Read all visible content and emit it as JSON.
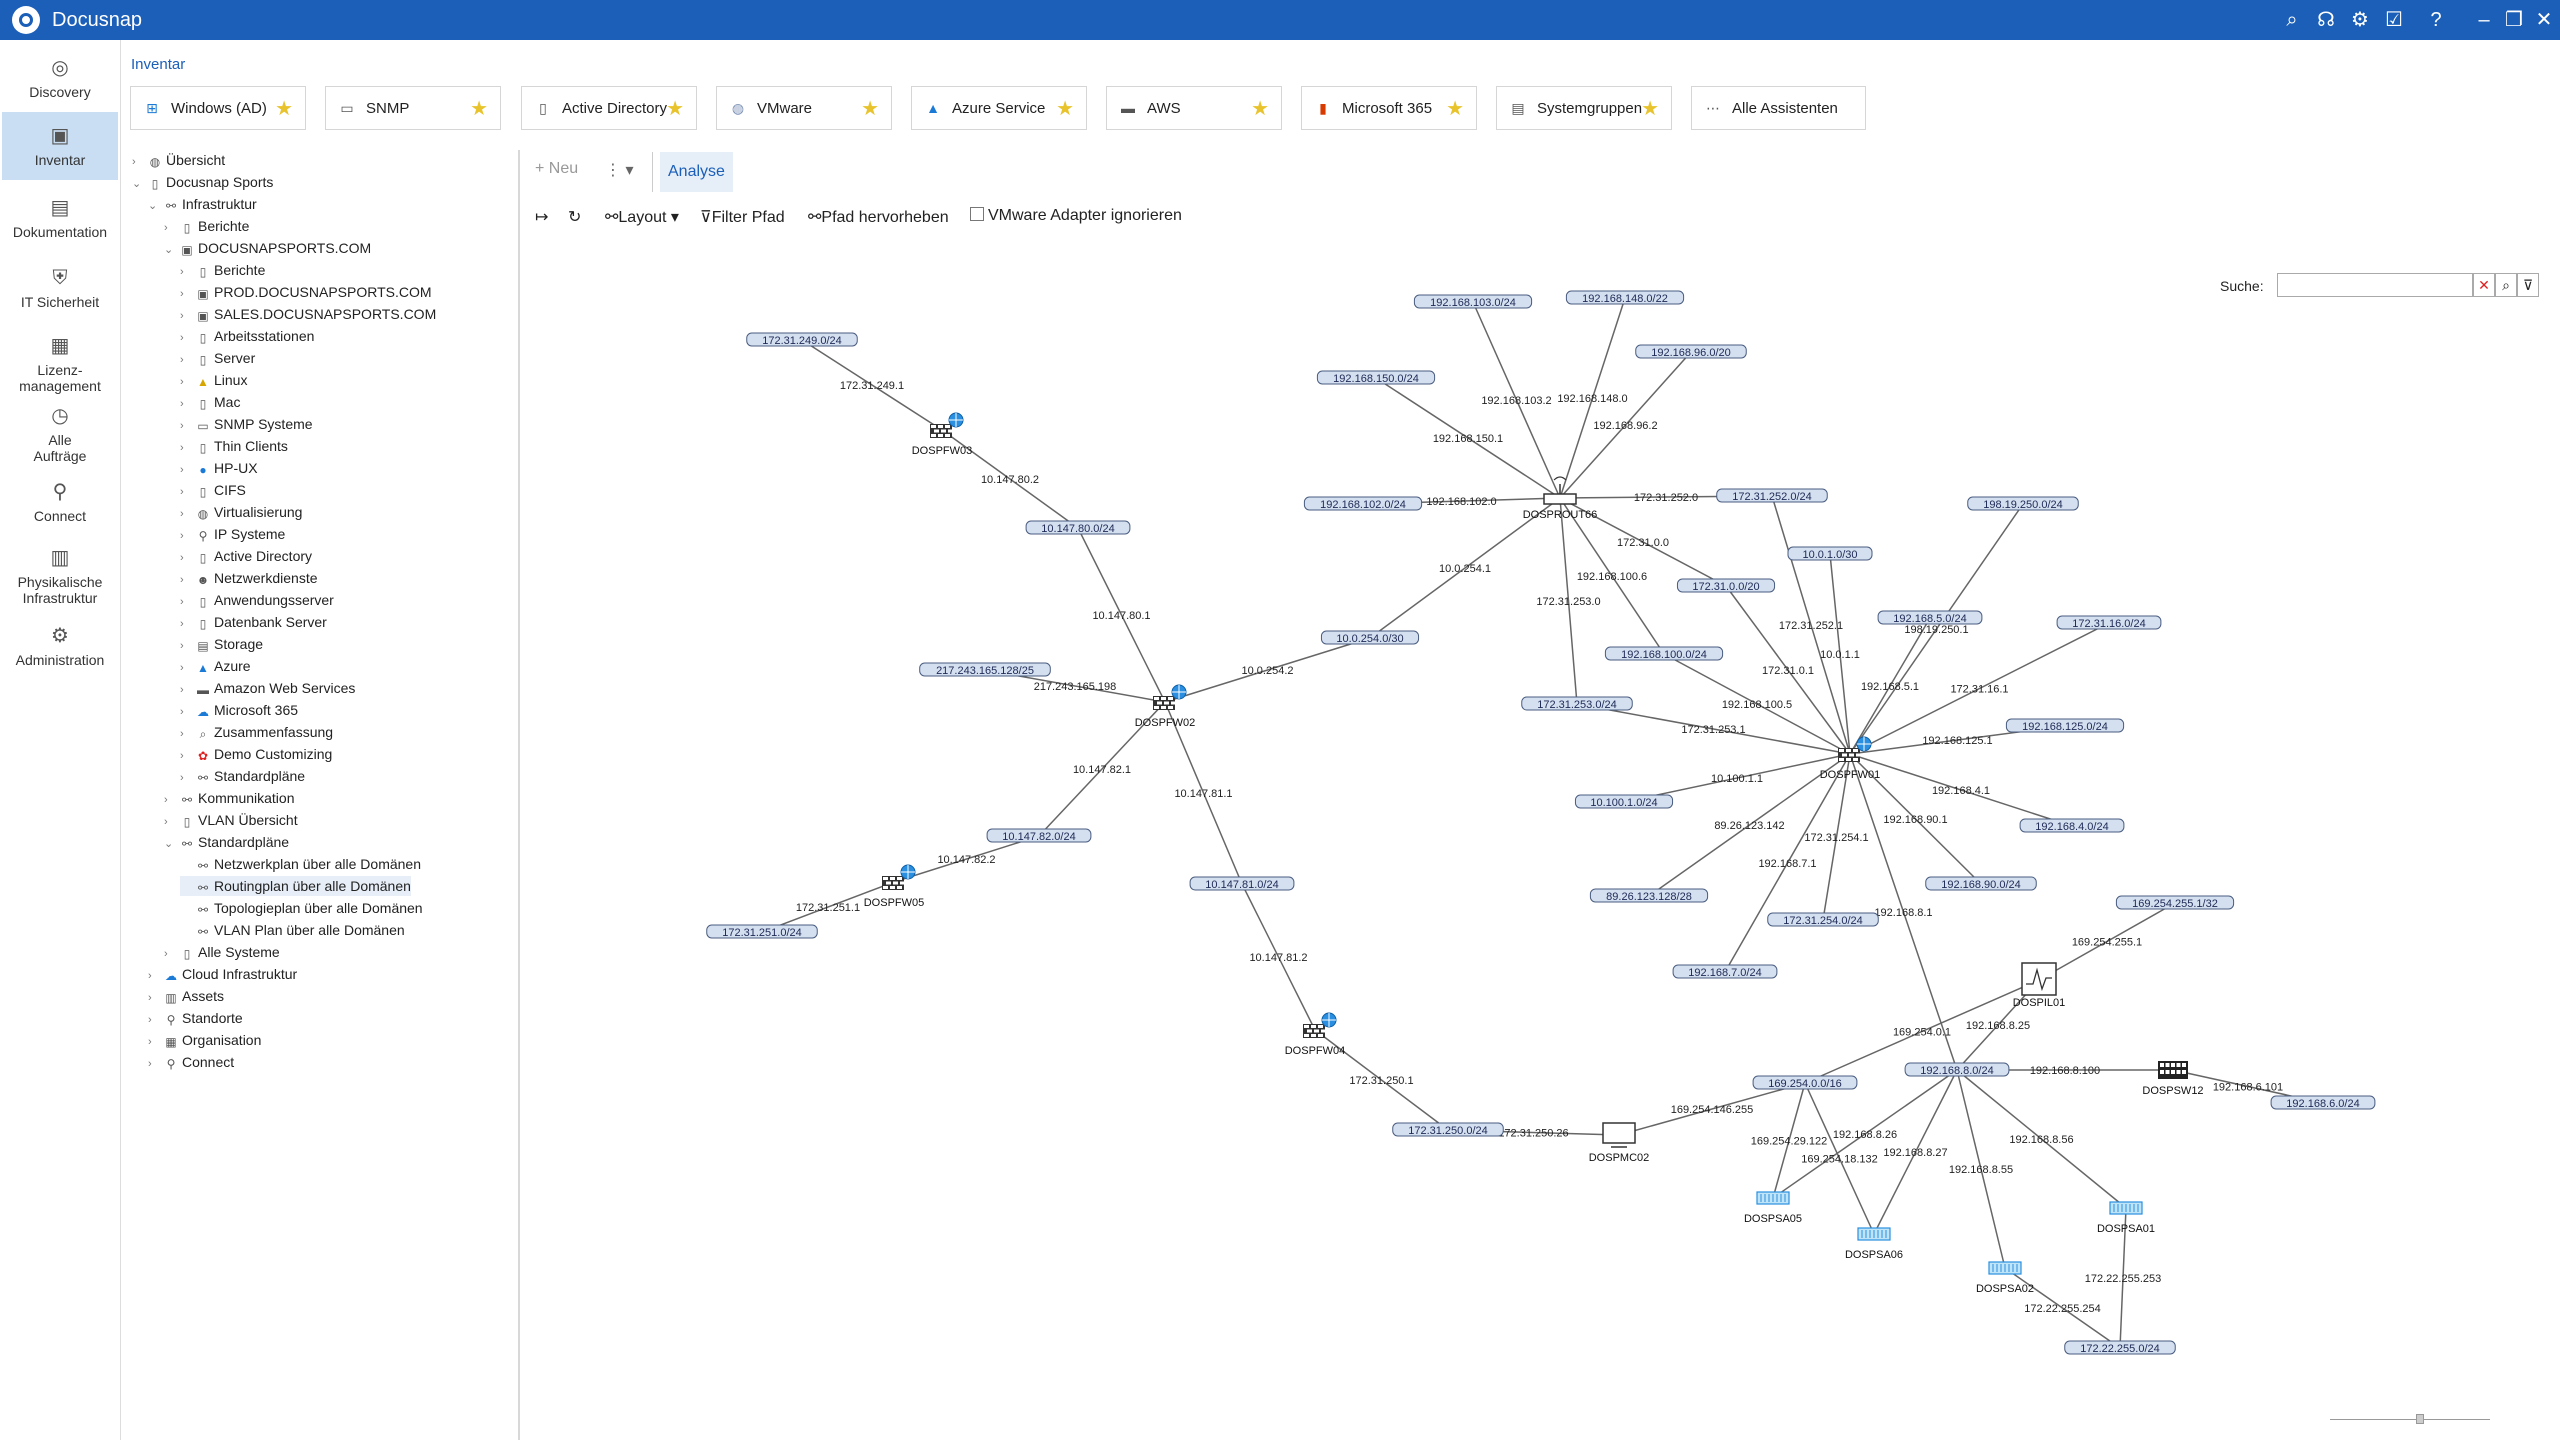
{
  "app": {
    "title": "Docusnap"
  },
  "titlebar_icons": [
    "search-icon",
    "headset-icon",
    "gear-icon",
    "tasks-icon",
    "help-icon",
    "minimize-icon",
    "restore-icon",
    "close-icon"
  ],
  "nav": [
    {
      "id": "discovery",
      "label": "Discovery",
      "icon": "compass-icon"
    },
    {
      "id": "inventar",
      "label": "Inventar",
      "icon": "inventory-icon",
      "active": true
    },
    {
      "id": "dokumentation",
      "label": "Dokumentation",
      "icon": "report-icon"
    },
    {
      "id": "it-sicherheit",
      "label": "IT Sicherheit",
      "icon": "security-icon"
    },
    {
      "id": "lizenz",
      "label": "Lizenz-\nmanagement",
      "icon": "license-icon"
    },
    {
      "id": "auftraege",
      "label": "Alle\nAufträge",
      "icon": "clock-icon"
    },
    {
      "id": "connect",
      "label": "Connect",
      "icon": "plug-icon"
    },
    {
      "id": "phys",
      "label": "Physikalische\nInfrastruktur",
      "icon": "rack-icon"
    },
    {
      "id": "administration",
      "label": "Administration",
      "icon": "gears-icon"
    }
  ],
  "breadcrumb": "Inventar",
  "quick_tiles": [
    {
      "label": "Windows (AD)",
      "icon": "windows-icon"
    },
    {
      "label": "SNMP",
      "icon": "monitor-icon"
    },
    {
      "label": "Active Directory",
      "icon": "directory-icon"
    },
    {
      "label": "VMware",
      "icon": "vmware-icon"
    },
    {
      "label": "Azure Service",
      "icon": "azure-icon"
    },
    {
      "label": "AWS",
      "icon": "aws-icon"
    },
    {
      "label": "Microsoft 365",
      "icon": "office-icon"
    },
    {
      "label": "Systemgruppen",
      "icon": "group-icon"
    },
    {
      "label": "Alle Assistenten",
      "icon": "more-icon",
      "nostar": true
    }
  ],
  "tree": [
    {
      "label": "Übersicht",
      "level": 0,
      "icon": "globe-icon",
      "expander": "collapsed"
    },
    {
      "label": "Docusnap Sports",
      "level": 0,
      "icon": "doc-icon",
      "expander": "expanded"
    },
    {
      "label": "Infrastruktur",
      "level": 1,
      "icon": "network-icon",
      "expander": "expanded"
    },
    {
      "label": "Berichte",
      "level": 2,
      "icon": "doc-icon",
      "expander": "collapsed"
    },
    {
      "label": "DOCUSNAPSPORTS.COM",
      "level": 2,
      "icon": "domain-icon",
      "expander": "expanded"
    },
    {
      "label": "Berichte",
      "level": 3,
      "icon": "doc-icon",
      "expander": "collapsed"
    },
    {
      "label": "PROD.DOCUSNAPSPORTS.COM",
      "level": 3,
      "icon": "domain-icon",
      "expander": "collapsed"
    },
    {
      "label": "SALES.DOCUSNAPSPORTS.COM",
      "level": 3,
      "icon": "domain-icon",
      "expander": "collapsed"
    },
    {
      "label": "Arbeitsstationen",
      "level": 3,
      "icon": "doc-icon",
      "expander": "collapsed"
    },
    {
      "label": "Server",
      "level": 3,
      "icon": "doc-icon",
      "expander": "collapsed"
    },
    {
      "label": "Linux",
      "level": 3,
      "icon": "linux-icon",
      "expander": "collapsed"
    },
    {
      "label": "Mac",
      "level": 3,
      "icon": "doc-icon",
      "expander": "collapsed"
    },
    {
      "label": "SNMP Systeme",
      "level": 3,
      "icon": "monitor-icon",
      "expander": "collapsed"
    },
    {
      "label": "Thin Clients",
      "level": 3,
      "icon": "doc-icon",
      "expander": "collapsed"
    },
    {
      "label": "HP-UX",
      "level": 3,
      "icon": "hp-icon",
      "expander": "collapsed"
    },
    {
      "label": "CIFS",
      "level": 3,
      "icon": "doc-icon",
      "expander": "collapsed"
    },
    {
      "label": "Virtualisierung",
      "level": 3,
      "icon": "vmware-icon",
      "expander": "collapsed"
    },
    {
      "label": "IP Systeme",
      "level": 3,
      "icon": "pin-icon",
      "expander": "collapsed"
    },
    {
      "label": "Active Directory",
      "level": 3,
      "icon": "directory-icon",
      "expander": "collapsed"
    },
    {
      "label": "Netzwerkdienste",
      "level": 3,
      "icon": "user-icon",
      "expander": "collapsed"
    },
    {
      "label": "Anwendungsserver",
      "level": 3,
      "icon": "doc-icon",
      "expander": "collapsed"
    },
    {
      "label": "Datenbank Server",
      "level": 3,
      "icon": "doc-icon",
      "expander": "collapsed"
    },
    {
      "label": "Storage",
      "level": 3,
      "icon": "storage-icon",
      "expander": "collapsed"
    },
    {
      "label": "Azure",
      "level": 3,
      "icon": "azure-icon",
      "expander": "collapsed"
    },
    {
      "label": "Amazon Web Services",
      "level": 3,
      "icon": "aws-icon",
      "expander": "collapsed"
    },
    {
      "label": "Microsoft 365",
      "level": 3,
      "icon": "cloud-icon",
      "expander": "collapsed"
    },
    {
      "label": "Zusammenfassung",
      "level": 3,
      "icon": "search-icon",
      "expander": "collapsed"
    },
    {
      "label": "Demo Customizing",
      "level": 3,
      "icon": "demo-icon",
      "expander": "collapsed"
    },
    {
      "label": "Standardpläne",
      "level": 3,
      "icon": "plan-icon",
      "expander": "collapsed"
    },
    {
      "label": "Kommunikation",
      "level": 2,
      "icon": "plan-icon",
      "expander": "collapsed"
    },
    {
      "label": "VLAN Übersicht",
      "level": 2,
      "icon": "doc-icon",
      "expander": "collapsed"
    },
    {
      "label": "Standardpläne",
      "level": 2,
      "icon": "plan-icon",
      "expander": "expanded"
    },
    {
      "label": "Netzwerkplan über alle Domänen",
      "level": 3,
      "icon": "plan-icon",
      "expander": "none"
    },
    {
      "label": "Routingplan über alle Domänen",
      "level": 3,
      "icon": "plan-icon",
      "expander": "none",
      "selected": true
    },
    {
      "label": "Topologieplan über alle Domänen",
      "level": 3,
      "icon": "plan-icon",
      "expander": "none"
    },
    {
      "label": "VLAN Plan über alle Domänen",
      "level": 3,
      "icon": "plan-icon",
      "expander": "none"
    },
    {
      "label": "Alle Systeme",
      "level": 2,
      "icon": "doc-icon",
      "expander": "collapsed"
    },
    {
      "label": "Cloud Infrastruktur",
      "level": 1,
      "icon": "cloud-icon",
      "expander": "collapsed"
    },
    {
      "label": "Assets",
      "level": 1,
      "icon": "asset-icon",
      "expander": "collapsed"
    },
    {
      "label": "Standorte",
      "level": 1,
      "icon": "location-icon",
      "expander": "collapsed"
    },
    {
      "label": "Organisation",
      "level": 1,
      "icon": "org-icon",
      "expander": "collapsed"
    },
    {
      "label": "Connect",
      "level": 1,
      "icon": "plug-icon",
      "expander": "collapsed"
    }
  ],
  "main": {
    "tab_new": "Neu",
    "tab_analyse": "Analyse",
    "toolbar": {
      "layout": "Layout",
      "filter": "Filter Pfad",
      "highlight": "Pfad hervorheben",
      "ignore_vmware": "VMware Adapter ignorieren"
    },
    "search": {
      "label": "Suche:",
      "value": ""
    }
  },
  "graph": {
    "devices": [
      {
        "id": "fw03",
        "name": "DOSPFW03",
        "type": "firewall"
      },
      {
        "id": "fw02",
        "name": "DOSPFW02",
        "type": "firewall"
      },
      {
        "id": "fw05",
        "name": "DOSPFW05",
        "type": "firewall"
      },
      {
        "id": "fw04",
        "name": "DOSPFW04",
        "type": "firewall"
      },
      {
        "id": "fw01",
        "name": "DOSPFW01",
        "type": "firewall"
      },
      {
        "id": "rout66",
        "name": "DOSPROUT66",
        "type": "router"
      },
      {
        "id": "mc02",
        "name": "DOSPMC02",
        "type": "pc"
      },
      {
        "id": "il01",
        "name": "DOSPIL01",
        "type": "monitor"
      },
      {
        "id": "sw12",
        "name": "DOSPSW12",
        "type": "switch"
      },
      {
        "id": "sa05",
        "name": "DOSPSA05",
        "type": "storage"
      },
      {
        "id": "sa06",
        "name": "DOSPSA06",
        "type": "storage"
      },
      {
        "id": "sa02",
        "name": "DOSPSA02",
        "type": "storage"
      },
      {
        "id": "sa01",
        "name": "DOSPSA01",
        "type": "storage"
      }
    ],
    "networks": [
      {
        "id": "n_172_31_249",
        "label": "172.31.249.0/24"
      },
      {
        "id": "n_10_147_80",
        "label": "10.147.80.0/24"
      },
      {
        "id": "n_217",
        "label": "217.243.165.128/25"
      },
      {
        "id": "n_10_147_82",
        "label": "10.147.82.0/24"
      },
      {
        "id": "n_172_31_251",
        "label": "172.31.251.0/24"
      },
      {
        "id": "n_10_147_81",
        "label": "10.147.81.0/24"
      },
      {
        "id": "n_172_31_250",
        "label": "172.31.250.0/24"
      },
      {
        "id": "n_10_0_254",
        "label": "10.0.254.0/30"
      },
      {
        "id": "n_192_168_103",
        "label": "192.168.103.0/24"
      },
      {
        "id": "n_192_168_148",
        "label": "192.168.148.0/22"
      },
      {
        "id": "n_192_168_96",
        "label": "192.168.96.0/20"
      },
      {
        "id": "n_192_168_150",
        "label": "192.168.150.0/24"
      },
      {
        "id": "n_192_168_102",
        "label": "192.168.102.0/24"
      },
      {
        "id": "n_172_31_252",
        "label": "172.31.252.0/24"
      },
      {
        "id": "n_172_31_0",
        "label": "172.31.0.0/20"
      },
      {
        "id": "n_192_168_100",
        "label": "192.168.100.0/24"
      },
      {
        "id": "n_172_31_253",
        "label": "172.31.253.0/24"
      },
      {
        "id": "n_10_0_1",
        "label": "10.0.1.0/30"
      },
      {
        "id": "n_198_19",
        "label": "198.19.250.0/24"
      },
      {
        "id": "n_192_168_5",
        "label": "192.168.5.0/24"
      },
      {
        "id": "n_172_31_16",
        "label": "172.31.16.0/24"
      },
      {
        "id": "n_192_168_125",
        "label": "192.168.125.0/24"
      },
      {
        "id": "n_10_100_1",
        "label": "10.100.1.0/24"
      },
      {
        "id": "n_192_168_4",
        "label": "192.168.4.0/24"
      },
      {
        "id": "n_89_26",
        "label": "89.26.123.128/28"
      },
      {
        "id": "n_192_168_90",
        "label": "192.168.90.0/24"
      },
      {
        "id": "n_172_31_254",
        "label": "172.31.254.0/24"
      },
      {
        "id": "n_192_168_7",
        "label": "192.168.7.0/24"
      },
      {
        "id": "n_169_254_255",
        "label": "169.254.255.1/32"
      },
      {
        "id": "n_169_254_0",
        "label": "169.254.0.0/16"
      },
      {
        "id": "n_192_168_8",
        "label": "192.168.8.0/24"
      },
      {
        "id": "n_192_168_6",
        "label": "192.168.6.0/24"
      },
      {
        "id": "n_172_22_255",
        "label": "172.22.255.0/24"
      }
    ],
    "links": [
      {
        "from": "n_172_31_249",
        "to": "fw03",
        "ip": "172.31.249.1"
      },
      {
        "from": "fw03",
        "to": "n_10_147_80",
        "ip": "10.147.80.2"
      },
      {
        "from": "n_10_147_80",
        "to": "fw02",
        "ip": "10.147.80.1"
      },
      {
        "from": "n_217",
        "to": "fw02",
        "ip": "217.243.165.198"
      },
      {
        "from": "fw02",
        "to": "n_10_0_254",
        "ip": "10.0.254.2"
      },
      {
        "from": "fw02",
        "to": "n_10_147_82",
        "ip": "10.147.82.1"
      },
      {
        "from": "n_10_147_82",
        "to": "fw05",
        "ip": "10.147.82.2"
      },
      {
        "from": "fw05",
        "to": "n_172_31_251",
        "ip": "172.31.251.1"
      },
      {
        "from": "fw02",
        "to": "n_10_147_81",
        "ip": "10.147.81.1"
      },
      {
        "from": "n_10_147_81",
        "to": "fw04",
        "ip": "10.147.81.2"
      },
      {
        "from": "fw04",
        "to": "n_172_31_250",
        "ip": "172.31.250.1"
      },
      {
        "from": "n_172_31_250",
        "to": "mc02",
        "ip": "172.31.250.26"
      },
      {
        "from": "n_10_0_254",
        "to": "rout66",
        "ip": "10.0.254.1"
      },
      {
        "from": "n_192_168_103",
        "to": "rout66",
        "ip": "192.168.103.2"
      },
      {
        "from": "n_192_168_148",
        "to": "rout66",
        "ip": "192.168.148.0"
      },
      {
        "from": "n_192_168_96",
        "to": "rout66",
        "ip": "192.168.96.2"
      },
      {
        "from": "n_192_168_150",
        "to": "rout66",
        "ip": "192.168.150.1"
      },
      {
        "from": "n_192_168_102",
        "to": "rout66",
        "ip": "192.168.102.0"
      },
      {
        "from": "rout66",
        "to": "n_172_31_252",
        "ip": "172.31.252.0"
      },
      {
        "from": "rout66",
        "to": "n_172_31_0",
        "ip": "172.31.0.0"
      },
      {
        "from": "rout66",
        "to": "n_192_168_100",
        "ip": "192.168.100.6"
      },
      {
        "from": "rout66",
        "to": "n_172_31_253",
        "ip": "172.31.253.0"
      },
      {
        "from": "n_172_31_252",
        "to": "fw01",
        "ip": "172.31.252.1"
      },
      {
        "from": "n_172_31_0",
        "to": "fw01",
        "ip": "172.31.0.1"
      },
      {
        "from": "n_192_168_100",
        "to": "fw01",
        "ip": "192.168.100.5"
      },
      {
        "from": "n_172_31_253",
        "to": "fw01",
        "ip": "172.31.253.1"
      },
      {
        "from": "n_10_0_1",
        "to": "fw01",
        "ip": "10.0.1.1"
      },
      {
        "from": "n_198_19",
        "to": "fw01",
        "ip": "198.19.250.1"
      },
      {
        "from": "n_192_168_5",
        "to": "fw01",
        "ip": "192.168.5.1"
      },
      {
        "from": "n_172_31_16",
        "to": "fw01",
        "ip": "172.31.16.1"
      },
      {
        "from": "n_192_168_125",
        "to": "fw01",
        "ip": "192.168.125.1"
      },
      {
        "from": "n_10_100_1",
        "to": "fw01",
        "ip": "10.100.1.1"
      },
      {
        "from": "n_192_168_4",
        "to": "fw01",
        "ip": "192.168.4.1"
      },
      {
        "from": "n_89_26",
        "to": "fw01",
        "ip": "89.26.123.142"
      },
      {
        "from": "n_192_168_90",
        "to": "fw01",
        "ip": "192.168.90.1"
      },
      {
        "from": "n_172_31_254",
        "to": "fw01",
        "ip": "172.31.254.1"
      },
      {
        "from": "n_192_168_7",
        "to": "fw01",
        "ip": "192.168.7.1"
      },
      {
        "from": "fw01",
        "to": "n_192_168_8",
        "ip": "192.168.8.1"
      },
      {
        "from": "n_169_254_255",
        "to": "il01",
        "ip": "169.254.255.1"
      },
      {
        "from": "il01",
        "to": "n_192_168_8",
        "ip": "192.168.8.25"
      },
      {
        "from": "il01",
        "to": "n_169_254_0",
        "ip": "169.254.0.1"
      },
      {
        "from": "n_192_168_8",
        "to": "sw12",
        "ip": "192.168.8.100"
      },
      {
        "from": "sw12",
        "to": "n_192_168_6",
        "ip": "192.168.6.101"
      },
      {
        "from": "mc02",
        "to": "n_169_254_0",
        "ip": "169.254.146.255"
      },
      {
        "from": "n_169_254_0",
        "to": "sa05",
        "ip": "169.254.29.122"
      },
      {
        "from": "n_169_254_0",
        "to": "sa06",
        "ip": "169.254.18.132"
      },
      {
        "from": "n_192_168_8",
        "to": "sa05",
        "ip": "192.168.8.26"
      },
      {
        "from": "n_192_168_8",
        "to": "sa06",
        "ip": "192.168.8.27"
      },
      {
        "from": "n_192_168_8",
        "to": "sa02",
        "ip": "192.168.8.55"
      },
      {
        "from": "n_192_168_8",
        "to": "sa01",
        "ip": "192.168.8.56"
      },
      {
        "from": "sa01",
        "to": "n_172_22_255",
        "ip": "172.22.255.253"
      },
      {
        "from": "sa02",
        "to": "n_172_22_255",
        "ip": "172.22.255.254"
      }
    ]
  }
}
